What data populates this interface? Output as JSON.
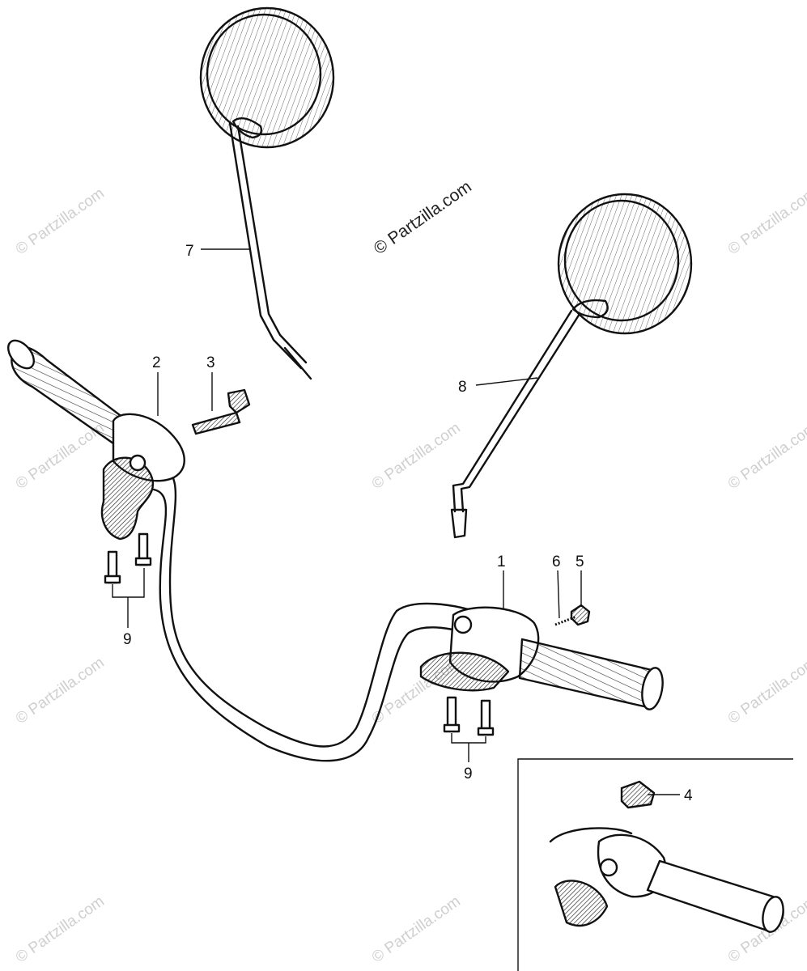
{
  "watermark_main": "© Partzilla.com",
  "watermark_tile": "© Partzilla.com",
  "callouts": {
    "c1": "1",
    "c2": "2",
    "c3": "3",
    "c4": "4",
    "c5": "5",
    "c6": "6",
    "c7": "7",
    "c8": "8",
    "c9a": "9",
    "c9b": "9"
  }
}
